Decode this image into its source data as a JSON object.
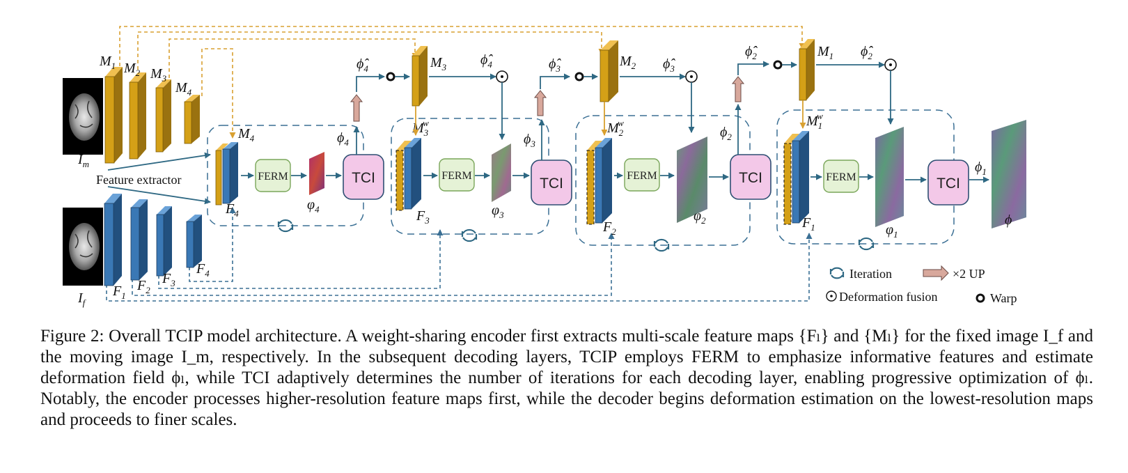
{
  "caption": "Figure 2: Overall TCIP model architecture. A weight-sharing encoder first extracts multi-scale feature maps {Fₗ} and {Mₗ} for the fixed image I_f and the moving image I_m, respectively. In the subsequent decoding layers, TCIP employs FERM to emphasize informative features and estimate deformation field ϕₗ, while TCI adaptively determines the number of iterations for each decoding layer, enabling progressive optimization of ϕₗ. Notably, the encoder processes higher-resolution feature maps first, while the decoder begins deformation estimation on the lowest-resolution maps and proceeds to finer scales.",
  "inputs": {
    "moving": "I",
    "moving_sub": "m",
    "fixed": "I",
    "fixed_sub": "f"
  },
  "feature_extractor": "Feature extractor",
  "moving_features": [
    {
      "b": "M",
      "s": "1"
    },
    {
      "b": "M",
      "s": "2"
    },
    {
      "b": "M",
      "s": "3"
    },
    {
      "b": "M",
      "s": "4"
    }
  ],
  "fixed_features": [
    {
      "b": "F",
      "s": "1"
    },
    {
      "b": "F",
      "s": "2"
    },
    {
      "b": "F",
      "s": "3"
    },
    {
      "b": "F",
      "s": "4"
    }
  ],
  "ferm_label": "FERM",
  "tci_label": "TCI",
  "stages": [
    {
      "m_label": "M",
      "m_sub": "4",
      "m_sup": "",
      "f_label": "F",
      "f_sub": "4",
      "phi_l": "φ",
      "phi_l_sub": "4",
      "phi_out": "ϕ",
      "phi_out_sub": "4"
    },
    {
      "m_label": "M",
      "m_sub": "3",
      "m_sup": "w",
      "f_label": "F",
      "f_sub": "3",
      "phi_l": "φ",
      "phi_l_sub": "3",
      "phi_out": "ϕ",
      "phi_out_sub": "3"
    },
    {
      "m_label": "M",
      "m_sub": "2",
      "m_sup": "w",
      "f_label": "F",
      "f_sub": "2",
      "phi_l": "φ",
      "phi_l_sub": "2",
      "phi_out": "ϕ",
      "phi_out_sub": "2"
    },
    {
      "m_label": "M",
      "m_sub": "1",
      "m_sup": "w",
      "f_label": "F",
      "f_sub": "1",
      "phi_l": "φ",
      "phi_l_sub": "1",
      "phi_out": "ϕ",
      "phi_out_sub": "1"
    }
  ],
  "top_warps": [
    {
      "phi_hat": "ϕ̂",
      "phi_hat_sub": "4",
      "m": "M",
      "m_sub": "3",
      "phi_hat2": "ϕ̂",
      "phi_hat2_sub": "4"
    },
    {
      "phi_hat": "ϕ̂",
      "phi_hat_sub": "3",
      "m": "M",
      "m_sub": "2",
      "phi_hat2": "ϕ̂",
      "phi_hat2_sub": "3"
    },
    {
      "phi_hat": "ϕ̂",
      "phi_hat_sub": "2",
      "m": "M",
      "m_sub": "1",
      "phi_hat2": "ϕ̂",
      "phi_hat2_sub": "2"
    }
  ],
  "final_output": "ϕ",
  "legend": {
    "iteration": "Iteration",
    "upsample": "×2 UP",
    "fusion": "Deformation fusion",
    "warp": "Warp"
  },
  "colors": {
    "moving_feature": "#d4a017",
    "fixed_feature": "#3a78b5",
    "ferm_fill": "#e5f2d6",
    "ferm_stroke": "#7aa65a",
    "tci_fill": "#f3c8e8",
    "tci_stroke": "#2e4f73",
    "arrow": "#2e6883",
    "dashed_orange": "#d9a030",
    "dashed_blue": "#3a6f94"
  }
}
